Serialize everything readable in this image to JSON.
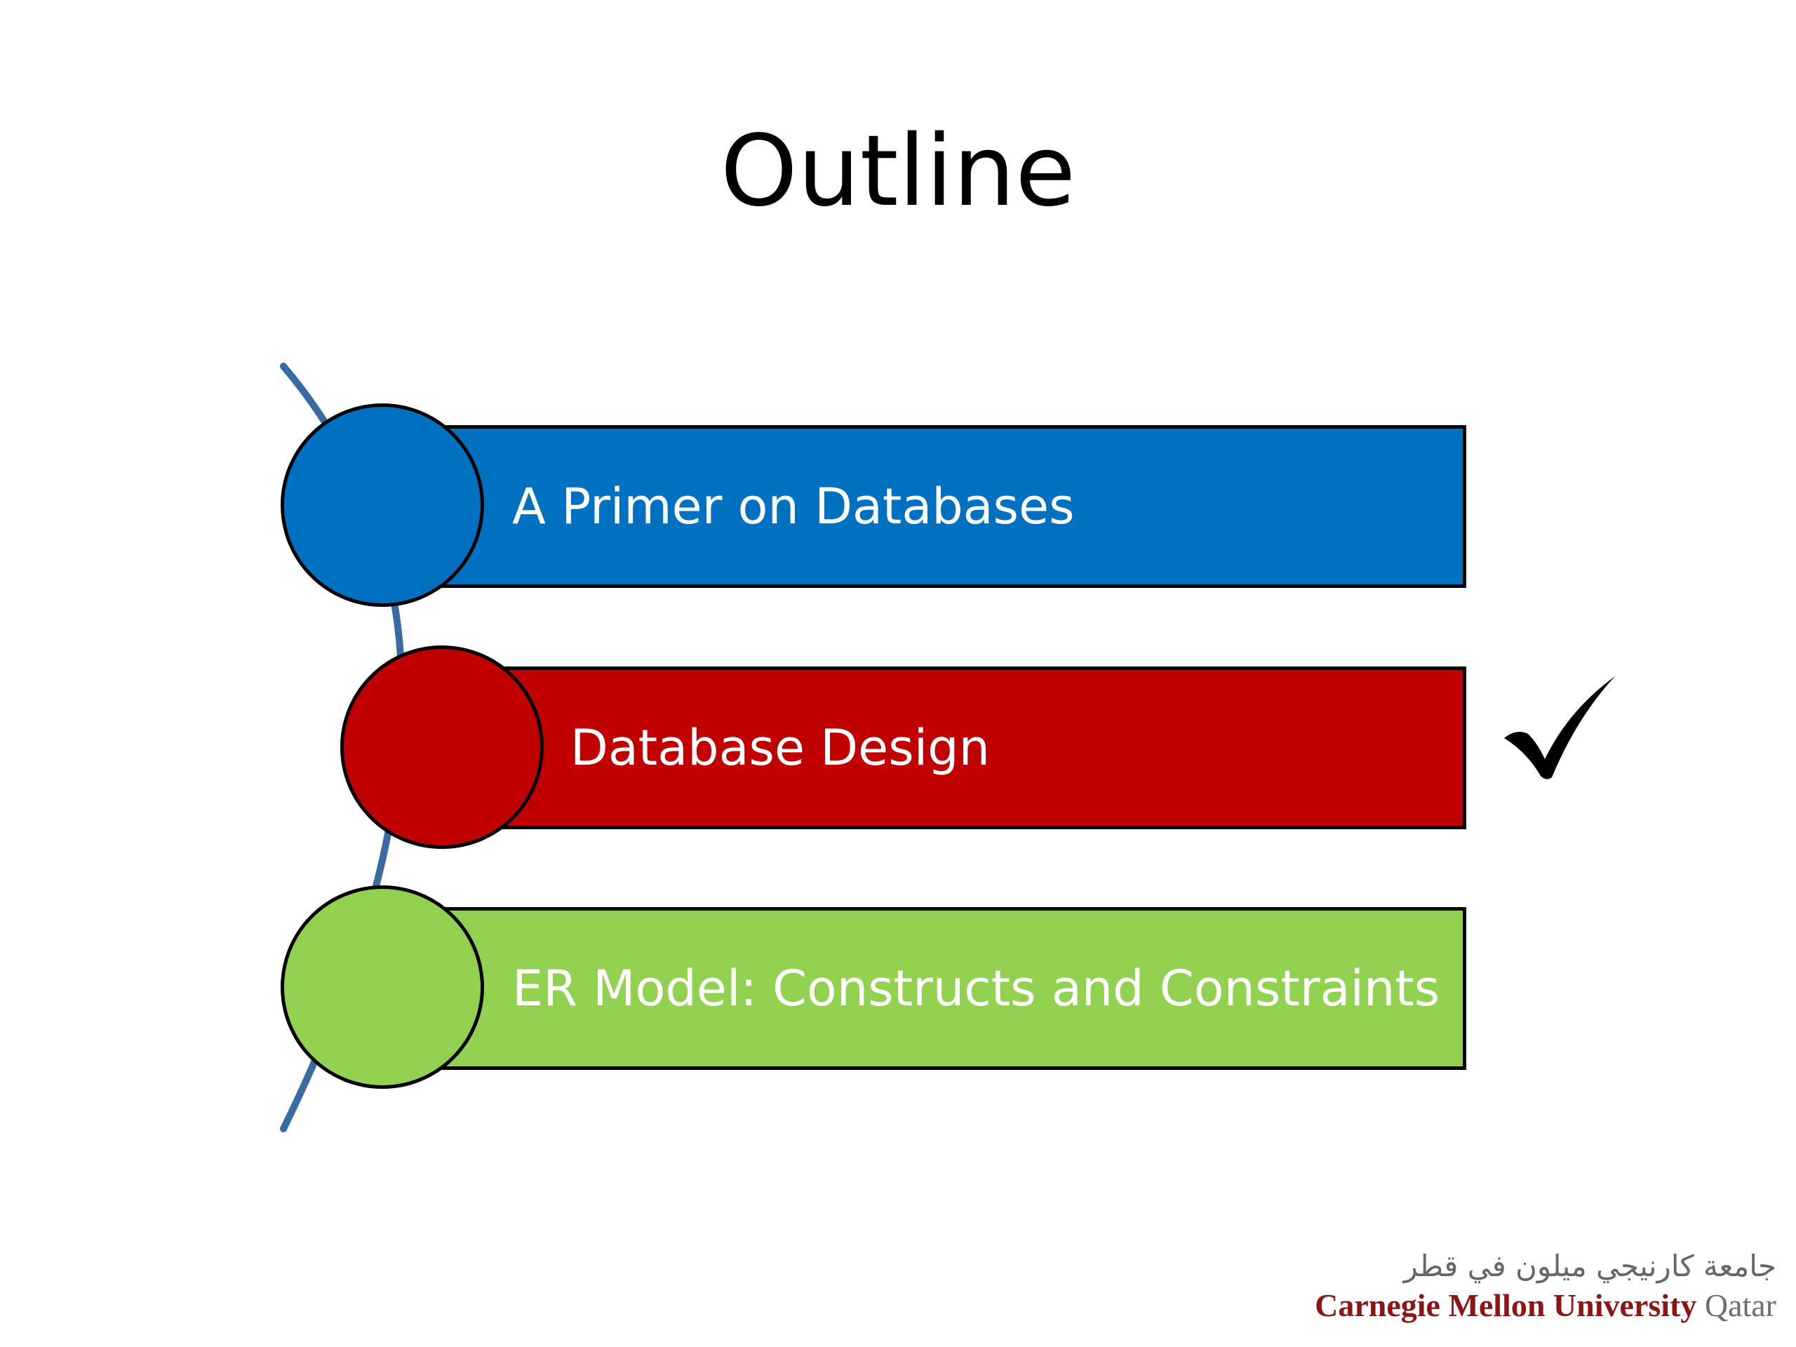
{
  "slide": {
    "title": "Outline"
  },
  "items": [
    {
      "label": "A Primer on Databases",
      "color": "#0070c0"
    },
    {
      "label": "Database Design",
      "color": "#c00000",
      "checked": true
    },
    {
      "label": "ER Model: Constructs and Constraints",
      "color": "#92d050"
    }
  ],
  "colors": {
    "arc": "#3b6aa0",
    "outline": "#000000"
  },
  "icons": {
    "check": "check-mark-icon"
  },
  "logo": {
    "arabic": "جامعة كارنيجي ميلون في قطر",
    "english_name": "Carnegie Mellon University",
    "english_campus": "Qatar"
  }
}
